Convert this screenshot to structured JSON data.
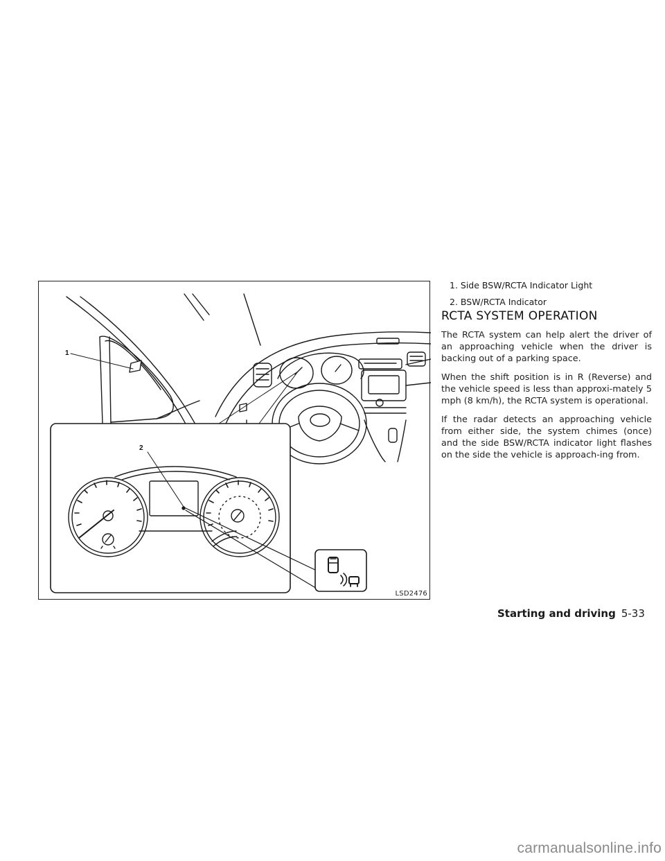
{
  "figure": {
    "code": "LSD2476",
    "callouts": [
      "1",
      "2"
    ]
  },
  "legend": [
    "1.  Side BSW/RCTA Indicator Light",
    "2.  BSW/RCTA Indicator"
  ],
  "section": {
    "title": "RCTA SYSTEM OPERATION",
    "paragraphs": [
      "The RCTA system can help alert the driver of an approaching vehicle when the driver is backing out of a parking space.",
      "When the shift position is in R (Reverse) and the vehicle speed is less than approxi-mately 5 mph (8 km/h), the RCTA system is operational.",
      "If the radar detects an approaching vehicle from either side, the system chimes (once) and the side BSW/RCTA indicator light flashes on the side the vehicle is approach-ing from."
    ]
  },
  "footer": {
    "section_name": "Starting and driving",
    "page_number": "5-33"
  },
  "watermark": "carmanualsonline.info"
}
